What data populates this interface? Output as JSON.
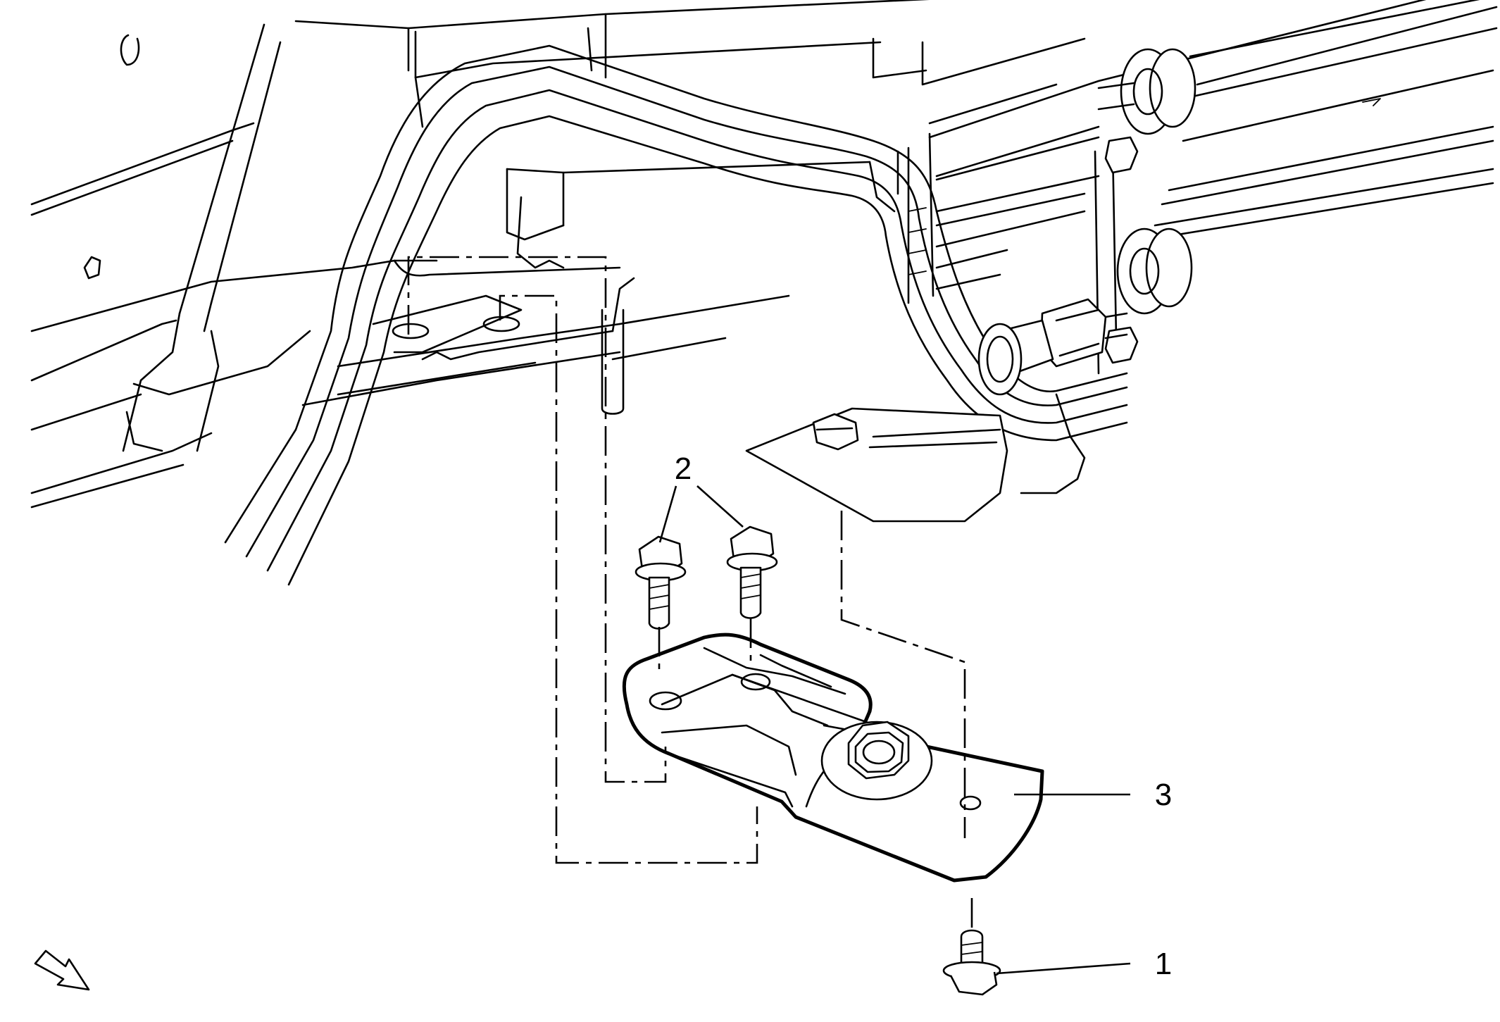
{
  "callouts": [
    {
      "id": "1",
      "label": "1"
    },
    {
      "id": "2",
      "label": "2"
    },
    {
      "id": "3",
      "label": "3"
    }
  ],
  "icons": {
    "view_direction": "view-direction-arrow-icon"
  }
}
